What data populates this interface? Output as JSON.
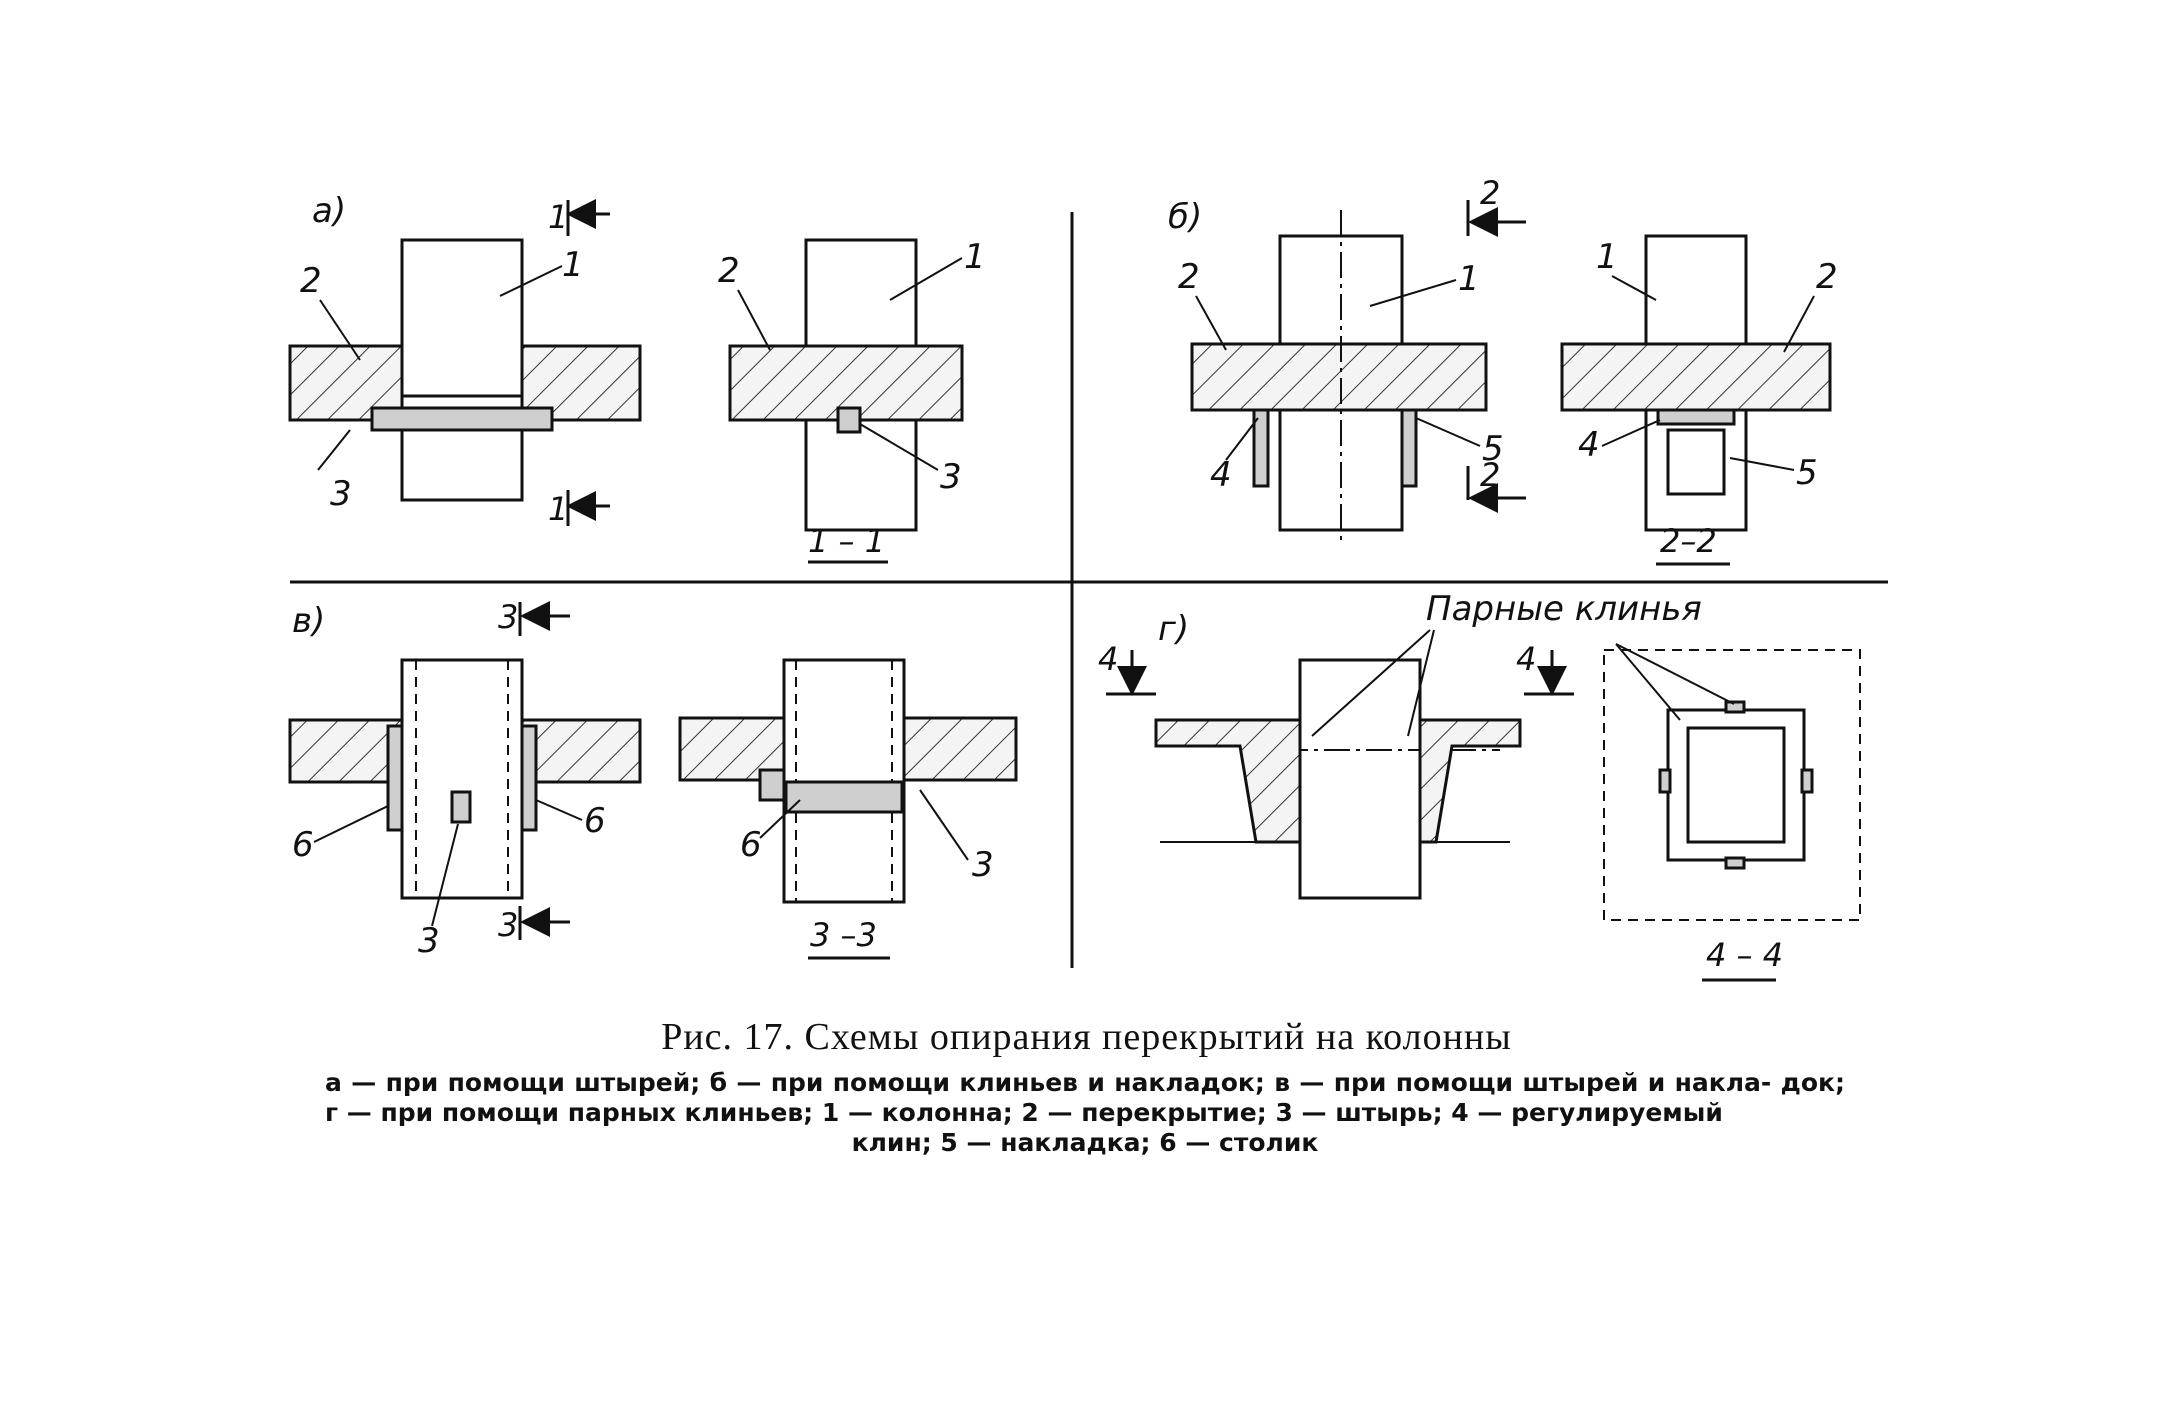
{
  "figure": {
    "panels": {
      "a": {
        "letter": "а)",
        "section": "1 – 1",
        "section_mark": "1"
      },
      "b": {
        "letter": "б)",
        "section": "2–2",
        "section_mark": "2"
      },
      "v": {
        "letter": "в)",
        "section": "3 –3",
        "section_mark": "3"
      },
      "g": {
        "letter": "г)",
        "section": "4 – 4",
        "section_mark": "4",
        "note": "Парные клинья"
      }
    },
    "callouts": {
      "n1": "1",
      "n2": "2",
      "n3": "3",
      "n4": "4",
      "n5": "5",
      "n6": "6"
    }
  },
  "caption": {
    "title": "Рис. 17. Схемы опирания перекрытий на колонны",
    "line1": "а — при помощи штырей; б — при помощи клиньев и накладок; в — при помощи штырей и накла-",
    "line2": "док; г — при помощи парных клиньев; 1 — колонна; 2 — перекрытие; 3 — штырь; 4 — регулируемый",
    "line3": "клин; 5 — накладка; 6 — столик"
  }
}
